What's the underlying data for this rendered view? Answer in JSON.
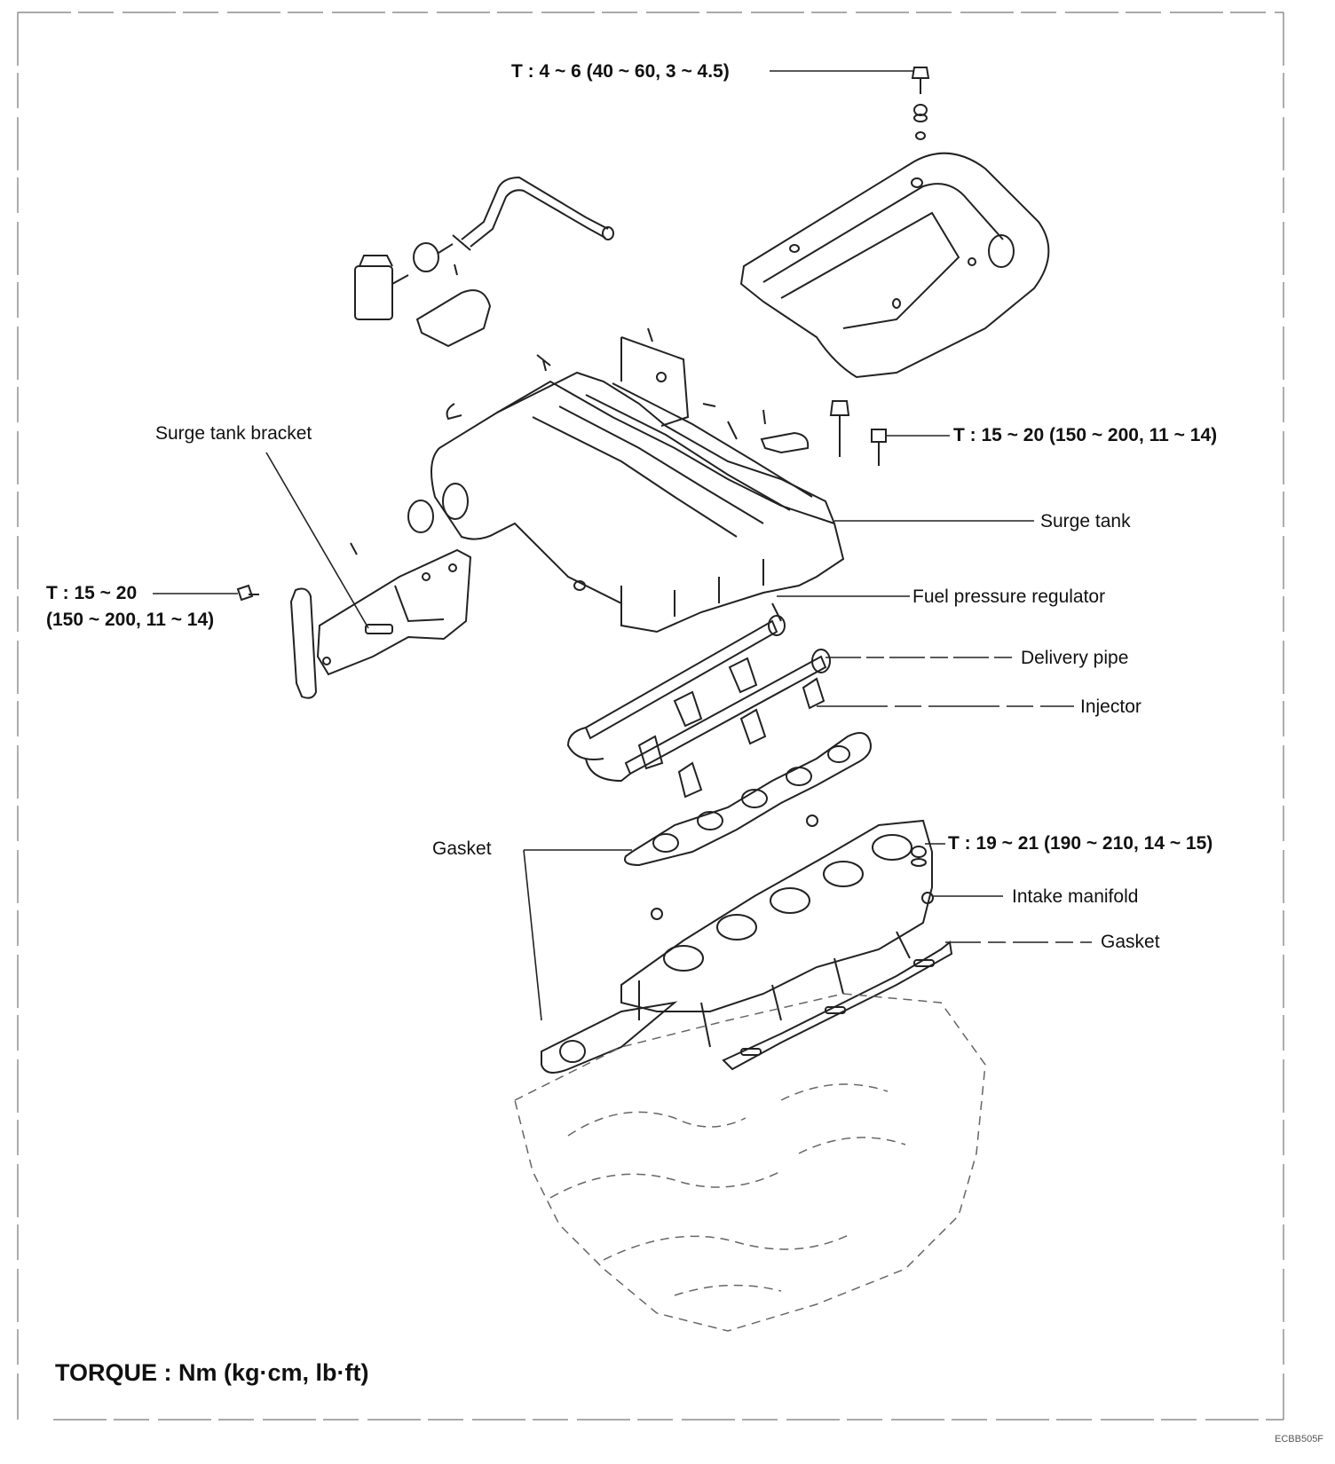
{
  "labels": {
    "torque_cover": "T : 4 ~ 6 (40 ~ 60, 3 ~ 4.5)",
    "torque_surge_bolt": "T : 15 ~ 20 (150 ~ 200, 11 ~ 14)",
    "surge_tank_bracket": "Surge tank bracket",
    "surge_tank": "Surge tank",
    "torque_bracket_line1": "T : 15 ~ 20",
    "torque_bracket_line2": "(150 ~ 200, 11 ~ 14)",
    "fuel_pressure_regulator": "Fuel pressure regulator",
    "delivery_pipe": "Delivery pipe",
    "injector": "Injector",
    "gasket_upper": "Gasket",
    "torque_manifold": "T : 19 ~ 21 (190 ~ 210, 14 ~ 15)",
    "intake_manifold": "Intake manifold",
    "gasket_lower": "Gasket"
  },
  "footer": {
    "torque_units": "TORQUE : Nm (kg·cm, lb·ft)"
  },
  "figure_code": "ECBB505F"
}
